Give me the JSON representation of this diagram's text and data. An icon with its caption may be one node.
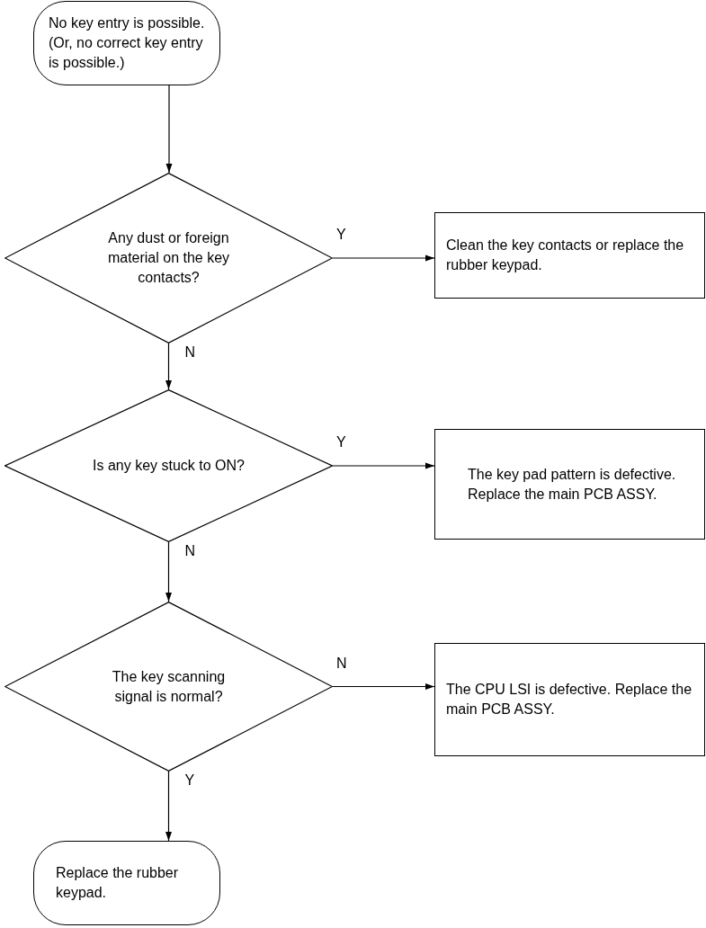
{
  "diagram": {
    "nodes": [
      {
        "text": [
          "No key entry is possible. (Or, no correct key entry is possible.)"
        ]
      },
      {
        "text": [
          "Any dust or foreign material on the key contacts?"
        ]
      },
      {
        "text": [
          "Clean the key contacts or replace the rubber keypad."
        ]
      },
      {
        "text": [
          "Is any key stuck to ON?"
        ]
      },
      {
        "text": [
          "The key pad pattern is defective. Replace the main PCB ASSY."
        ]
      },
      {
        "text": [
          "The key scanning signal is normal?"
        ]
      },
      {
        "text": [
          "The CPU LSI is defective. Replace the main PCB ASSY."
        ]
      },
      {
        "text": [
          "Replace the rubber keypad."
        ]
      }
    ],
    "edges": [
      {
        "from": 0,
        "to": 1,
        "arrow": "to"
      },
      {
        "from": 1,
        "to": 2,
        "arrow": "to",
        "label": "Y"
      },
      {
        "from": 1,
        "to": 3,
        "arrow": "to",
        "label": "N"
      },
      {
        "from": 3,
        "to": 4,
        "arrow": "to",
        "label": "Y"
      },
      {
        "from": 3,
        "to": 5,
        "arrow": "to",
        "label": "N"
      },
      {
        "from": 5,
        "to": 6,
        "arrow": "to",
        "label": "N"
      },
      {
        "from": 5,
        "to": 7,
        "arrow": "to",
        "label": "Y"
      }
    ]
  }
}
